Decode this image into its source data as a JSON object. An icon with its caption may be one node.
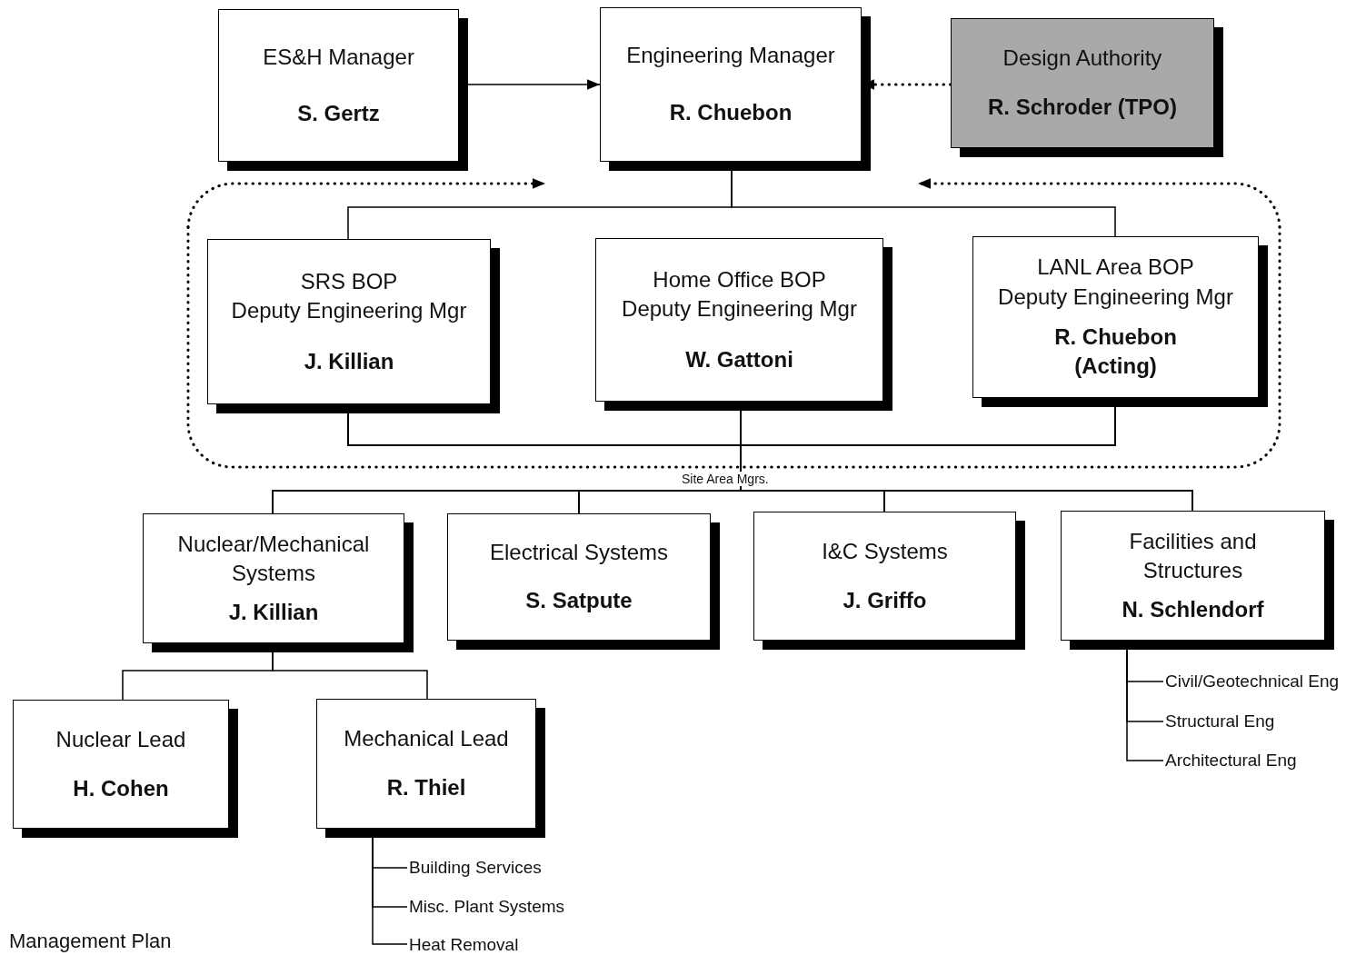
{
  "diagram": {
    "nodes": [
      {
        "text": [
          "ES&H Manager",
          "S. Gertz"
        ]
      },
      {
        "text": [
          "Engineering Manager",
          "R. Chuebon"
        ]
      },
      {
        "text": [
          "Design Authority",
          "R. Schroder (TPO)"
        ]
      },
      {
        "text": [],
        "shape": "box"
      },
      {
        "text": [
          "SRS BOP",
          "Deputy Engineering Mgr",
          "J. Killian"
        ],
        "in": 3
      },
      {
        "text": [
          "Home Office BOP",
          "Deputy Engineering Mgr",
          "W. Gattoni"
        ],
        "in": 3
      },
      {
        "text": [
          "LANL Area BOP",
          "Deputy Engineering Mgr",
          "R. Chuebon (Acting)"
        ],
        "in": 3
      },
      {
        "text": [
          "Nuclear/Mechanical Systems",
          "J. Killian"
        ]
      },
      {
        "text": [
          "Electrical Systems",
          "S. Satpute"
        ]
      },
      {
        "text": [
          "I&C Systems",
          "J. Griffo"
        ]
      },
      {
        "text": [
          "Facilities and Structures",
          "N. Schlendorf"
        ]
      },
      {
        "text": [
          "Nuclear Lead",
          "H. Cohen"
        ]
      },
      {
        "text": [
          "Mechanical Lead",
          "R. Thiel"
        ]
      },
      {
        "text": [
          "Building Services"
        ]
      },
      {
        "text": [
          "Misc. Plant Systems"
        ]
      },
      {
        "text": [
          "Heat Removal"
        ]
      },
      {
        "text": [
          "Civil/Geotechnical Eng"
        ]
      },
      {
        "text": [
          "Structural Eng"
        ]
      },
      {
        "text": [
          "Architectural Eng"
        ]
      }
    ],
    "edges": [
      {
        "from": 0,
        "to": 1,
        "arrow": "to"
      },
      {
        "from": 2,
        "to": 1,
        "arrow": "to",
        "style": "dashed"
      },
      {
        "from": 3,
        "to": null,
        "arrow": "to",
        "style": "dashed"
      },
      {
        "from": 3,
        "to": null,
        "arrow": "to",
        "style": "dashed"
      },
      {
        "from": 1,
        "to": 4,
        "arrow": "none"
      },
      {
        "from": 1,
        "to": 6,
        "arrow": "none"
      },
      {
        "from": 4,
        "to": 7,
        "arrow": "none"
      },
      {
        "from": 4,
        "to": 8,
        "arrow": "none"
      },
      {
        "from": 4,
        "to": 9,
        "arrow": "none"
      },
      {
        "from": 4,
        "to": 10,
        "arrow": "none"
      },
      {
        "from": 5,
        "to": 7,
        "arrow": "none"
      },
      {
        "from": 5,
        "to": 8,
        "arrow": "none"
      },
      {
        "from": 5,
        "to": 9,
        "arrow": "none"
      },
      {
        "from": 5,
        "to": 10,
        "arrow": "none"
      },
      {
        "from": 6,
        "to": 7,
        "arrow": "none"
      },
      {
        "from": 6,
        "to": 8,
        "arrow": "none"
      },
      {
        "from": 6,
        "to": 9,
        "arrow": "none"
      },
      {
        "from": 6,
        "to": 10,
        "arrow": "none"
      },
      {
        "from": 7,
        "to": 11,
        "arrow": "none"
      },
      {
        "from": 7,
        "to": 12,
        "arrow": "none"
      },
      {
        "from": 12,
        "to": 13,
        "arrow": "none"
      },
      {
        "from": 12,
        "to": 14,
        "arrow": "none"
      },
      {
        "from": 12,
        "to": 15,
        "arrow": "none"
      },
      {
        "from": 10,
        "to": 16,
        "arrow": "none"
      },
      {
        "from": 10,
        "to": 17,
        "arrow": "none"
      },
      {
        "from": 10,
        "to": 18,
        "arrow": "none"
      }
    ],
    "labels": [
      "Site Area Mgrs.",
      "Management Plan"
    ]
  }
}
